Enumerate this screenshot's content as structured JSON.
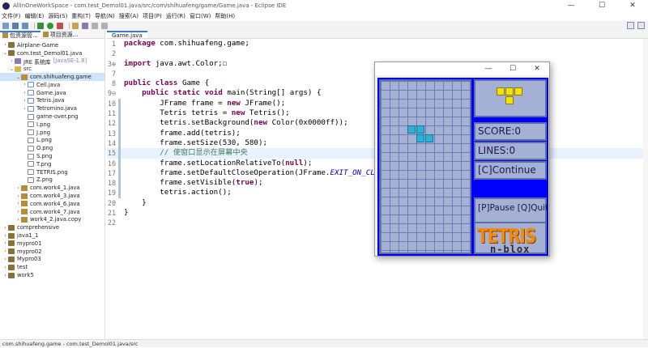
{
  "window": {
    "title": "AllInOneWorkSpace - com.test_Demol01.java/src/com/shihuafeng/game/Game.java - Eclipse IDE",
    "minimize": "—",
    "maximize": "☐",
    "close": "✕"
  },
  "menu": [
    "文件(F)",
    "编辑(E)",
    "源码(S)",
    "重构(T)",
    "导航(N)",
    "搜索(A)",
    "项目(P)",
    "运行(R)",
    "窗口(W)",
    "帮助(H)"
  ],
  "left_panel": {
    "tabs": [
      {
        "label": "包资源管..."
      },
      {
        "label": "项目资源..."
      }
    ],
    "tree": [
      {
        "label": "Airplane-Game",
        "indent": 0,
        "twisty": "›",
        "icon": "project"
      },
      {
        "label": "com.test_Demol01.java",
        "indent": 0,
        "twisty": "⌄",
        "icon": "project"
      },
      {
        "label": "JRE 系统库",
        "extra": "[JavaSE-1.8]",
        "indent": 1,
        "twisty": "›",
        "icon": "lib"
      },
      {
        "label": "src",
        "indent": 1,
        "twisty": "⌄",
        "icon": "folder"
      },
      {
        "label": "com.shihuafeng.game",
        "indent": 2,
        "twisty": "⌄",
        "icon": "pkg",
        "selected": true
      },
      {
        "label": "Cell.java",
        "indent": 3,
        "twisty": "›",
        "icon": "java"
      },
      {
        "label": "Game.java",
        "indent": 3,
        "twisty": "›",
        "icon": "java"
      },
      {
        "label": "Tetris.java",
        "indent": 3,
        "twisty": "›",
        "icon": "java"
      },
      {
        "label": "Tetromino.java",
        "indent": 3,
        "twisty": "›",
        "icon": "java"
      },
      {
        "label": "game-over.png",
        "indent": 3,
        "twisty": "",
        "icon": "png"
      },
      {
        "label": "I.png",
        "indent": 3,
        "twisty": "",
        "icon": "png"
      },
      {
        "label": "J.png",
        "indent": 3,
        "twisty": "",
        "icon": "png"
      },
      {
        "label": "L.png",
        "indent": 3,
        "twisty": "",
        "icon": "png"
      },
      {
        "label": "O.png",
        "indent": 3,
        "twisty": "",
        "icon": "png"
      },
      {
        "label": "S.png",
        "indent": 3,
        "twisty": "",
        "icon": "png"
      },
      {
        "label": "T.png",
        "indent": 3,
        "twisty": "",
        "icon": "png"
      },
      {
        "label": "TETRIS.png",
        "indent": 3,
        "twisty": "",
        "icon": "png"
      },
      {
        "label": "Z.png",
        "indent": 3,
        "twisty": "",
        "icon": "png"
      },
      {
        "label": "com.work4_1.java",
        "indent": 2,
        "twisty": "›",
        "icon": "pkg"
      },
      {
        "label": "com.work4_3.java",
        "indent": 2,
        "twisty": "›",
        "icon": "pkg"
      },
      {
        "label": "com.work4_6.java",
        "indent": 2,
        "twisty": "›",
        "icon": "pkg"
      },
      {
        "label": "com.work4_7.java",
        "indent": 2,
        "twisty": "›",
        "icon": "pkg"
      },
      {
        "label": "work4_2.java.copy",
        "indent": 2,
        "twisty": "›",
        "icon": "pkg"
      },
      {
        "label": "comprehensive",
        "indent": 0,
        "twisty": "›",
        "icon": "project"
      },
      {
        "label": "java1_1",
        "indent": 0,
        "twisty": "›",
        "icon": "project"
      },
      {
        "label": "mypro01",
        "indent": 0,
        "twisty": "›",
        "icon": "project"
      },
      {
        "label": "mypro02",
        "indent": 0,
        "twisty": "›",
        "icon": "project"
      },
      {
        "label": "Mypro03",
        "indent": 0,
        "twisty": "›",
        "icon": "project"
      },
      {
        "label": "test",
        "indent": 0,
        "twisty": "›",
        "icon": "project"
      },
      {
        "label": "work5",
        "indent": 0,
        "twisty": "›",
        "icon": "project"
      }
    ]
  },
  "editor": {
    "tab_label": "Game.java",
    "lines": [
      {
        "n": "1",
        "mark": false,
        "hl": false,
        "html": "<span class='kw'>package</span> com.shihuafeng.game;"
      },
      {
        "n": "2",
        "mark": false,
        "hl": false,
        "html": ""
      },
      {
        "n": "3⊕",
        "mark": false,
        "hl": false,
        "html": "<span class='kw'>import</span> java.awt.Color;☐"
      },
      {
        "n": "7",
        "mark": false,
        "hl": false,
        "html": ""
      },
      {
        "n": "8",
        "mark": false,
        "hl": false,
        "html": "<span class='kw'>public</span> <span class='kw'>class</span> Game {"
      },
      {
        "n": "9⊖",
        "mark": false,
        "hl": false,
        "html": "    <span class='kw'>public</span> <span class='kw'>static</span> <span class='kw'>void</span> main(String[] args) {"
      },
      {
        "n": "10",
        "mark": true,
        "hl": false,
        "html": "        JFrame frame = <span class='kw'>new</span> JFrame();"
      },
      {
        "n": "11",
        "mark": true,
        "hl": false,
        "html": "        Tetris tetris = <span class='kw'>new</span> Tetris();"
      },
      {
        "n": "12",
        "mark": true,
        "hl": false,
        "html": "        tetris.setBackground(<span class='kw'>new</span> Color(0x0000ff));"
      },
      {
        "n": "13",
        "mark": true,
        "hl": false,
        "html": "        frame.add(tetris);"
      },
      {
        "n": "14",
        "mark": true,
        "hl": false,
        "html": "        frame.setSize(530, 580);"
      },
      {
        "n": "15",
        "mark": true,
        "hl": true,
        "html": "        <span class='cm'>// 使窗口显示在屏幕中央</span>"
      },
      {
        "n": "16",
        "mark": true,
        "hl": false,
        "html": "        frame.setLocationRelativeTo(<span class='kw'>null</span>);"
      },
      {
        "n": "17",
        "mark": true,
        "hl": false,
        "html": "        frame.setDefaultCloseOperation(JFrame.<span class='st'>EXIT_ON_CLOSE</span>);"
      },
      {
        "n": "18",
        "mark": true,
        "hl": false,
        "html": "        frame.setVisible(<span class='kw'>true</span>);"
      },
      {
        "n": "19",
        "mark": true,
        "hl": false,
        "html": "        tetris.action();"
      },
      {
        "n": "20",
        "mark": false,
        "hl": false,
        "html": "    }"
      },
      {
        "n": "21",
        "mark": false,
        "hl": false,
        "html": "}"
      },
      {
        "n": "22",
        "mark": false,
        "hl": false,
        "html": ""
      }
    ]
  },
  "game": {
    "min": "—",
    "max": "☐",
    "close": "✕",
    "score": "SCORE:0",
    "lines": "LINES:0",
    "continue": "[C]Continue",
    "pause_quit": "[P]Pause [Q]Quit",
    "logo_top": "TETRIS",
    "logo_bottom": "n-blox",
    "colors": {
      "background": "#0000ff",
      "falling": "#2fb0d8",
      "next": "#f3e10a"
    }
  },
  "status": "com.shihuafeng.game - com.test_Demol01.java/src"
}
